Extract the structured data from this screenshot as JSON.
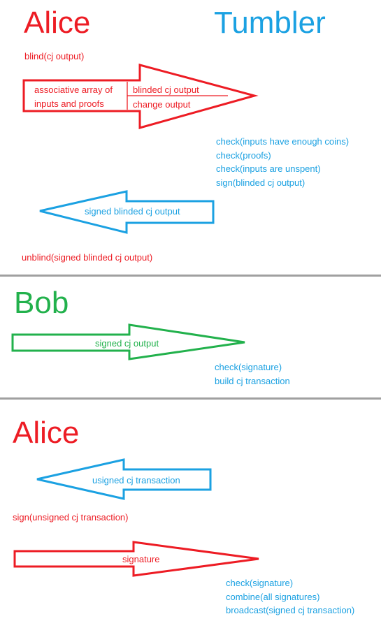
{
  "section1": {
    "alice_heading": "Alice",
    "tumbler_heading": "Tumbler",
    "blind_text": "blind(cj output)",
    "arrow_request": {
      "left_cell": [
        "associative array of",
        "inputs and proofs"
      ],
      "right_cell": [
        "blinded cj output",
        "change output"
      ]
    },
    "tumbler_checks": [
      "check(inputs have enough coins)",
      "check(proofs)",
      "check(inputs are unspent)",
      "sign(blinded cj output)"
    ],
    "arrow_response_label": "signed blinded cj output",
    "unblind_text": "unblind(signed blinded cj output)"
  },
  "section2": {
    "bob_heading": "Bob",
    "arrow_label": "signed cj output",
    "tumbler_steps": [
      "check(signature)",
      "build cj transaction"
    ]
  },
  "section3": {
    "alice_heading": "Alice",
    "arrow_unsigned_label": "usigned cj transaction",
    "sign_text": "sign(unsigned cj transaction)",
    "arrow_signature_label": "signature",
    "tumbler_steps": [
      "check(signature)",
      "combine(all signatures)",
      "broadcast(signed cj transaction)"
    ]
  },
  "colors": {
    "alice": "#ed1c24",
    "tumbler": "#1ba1e2",
    "bob": "#22b14c",
    "divider": "#a0a0a0"
  }
}
